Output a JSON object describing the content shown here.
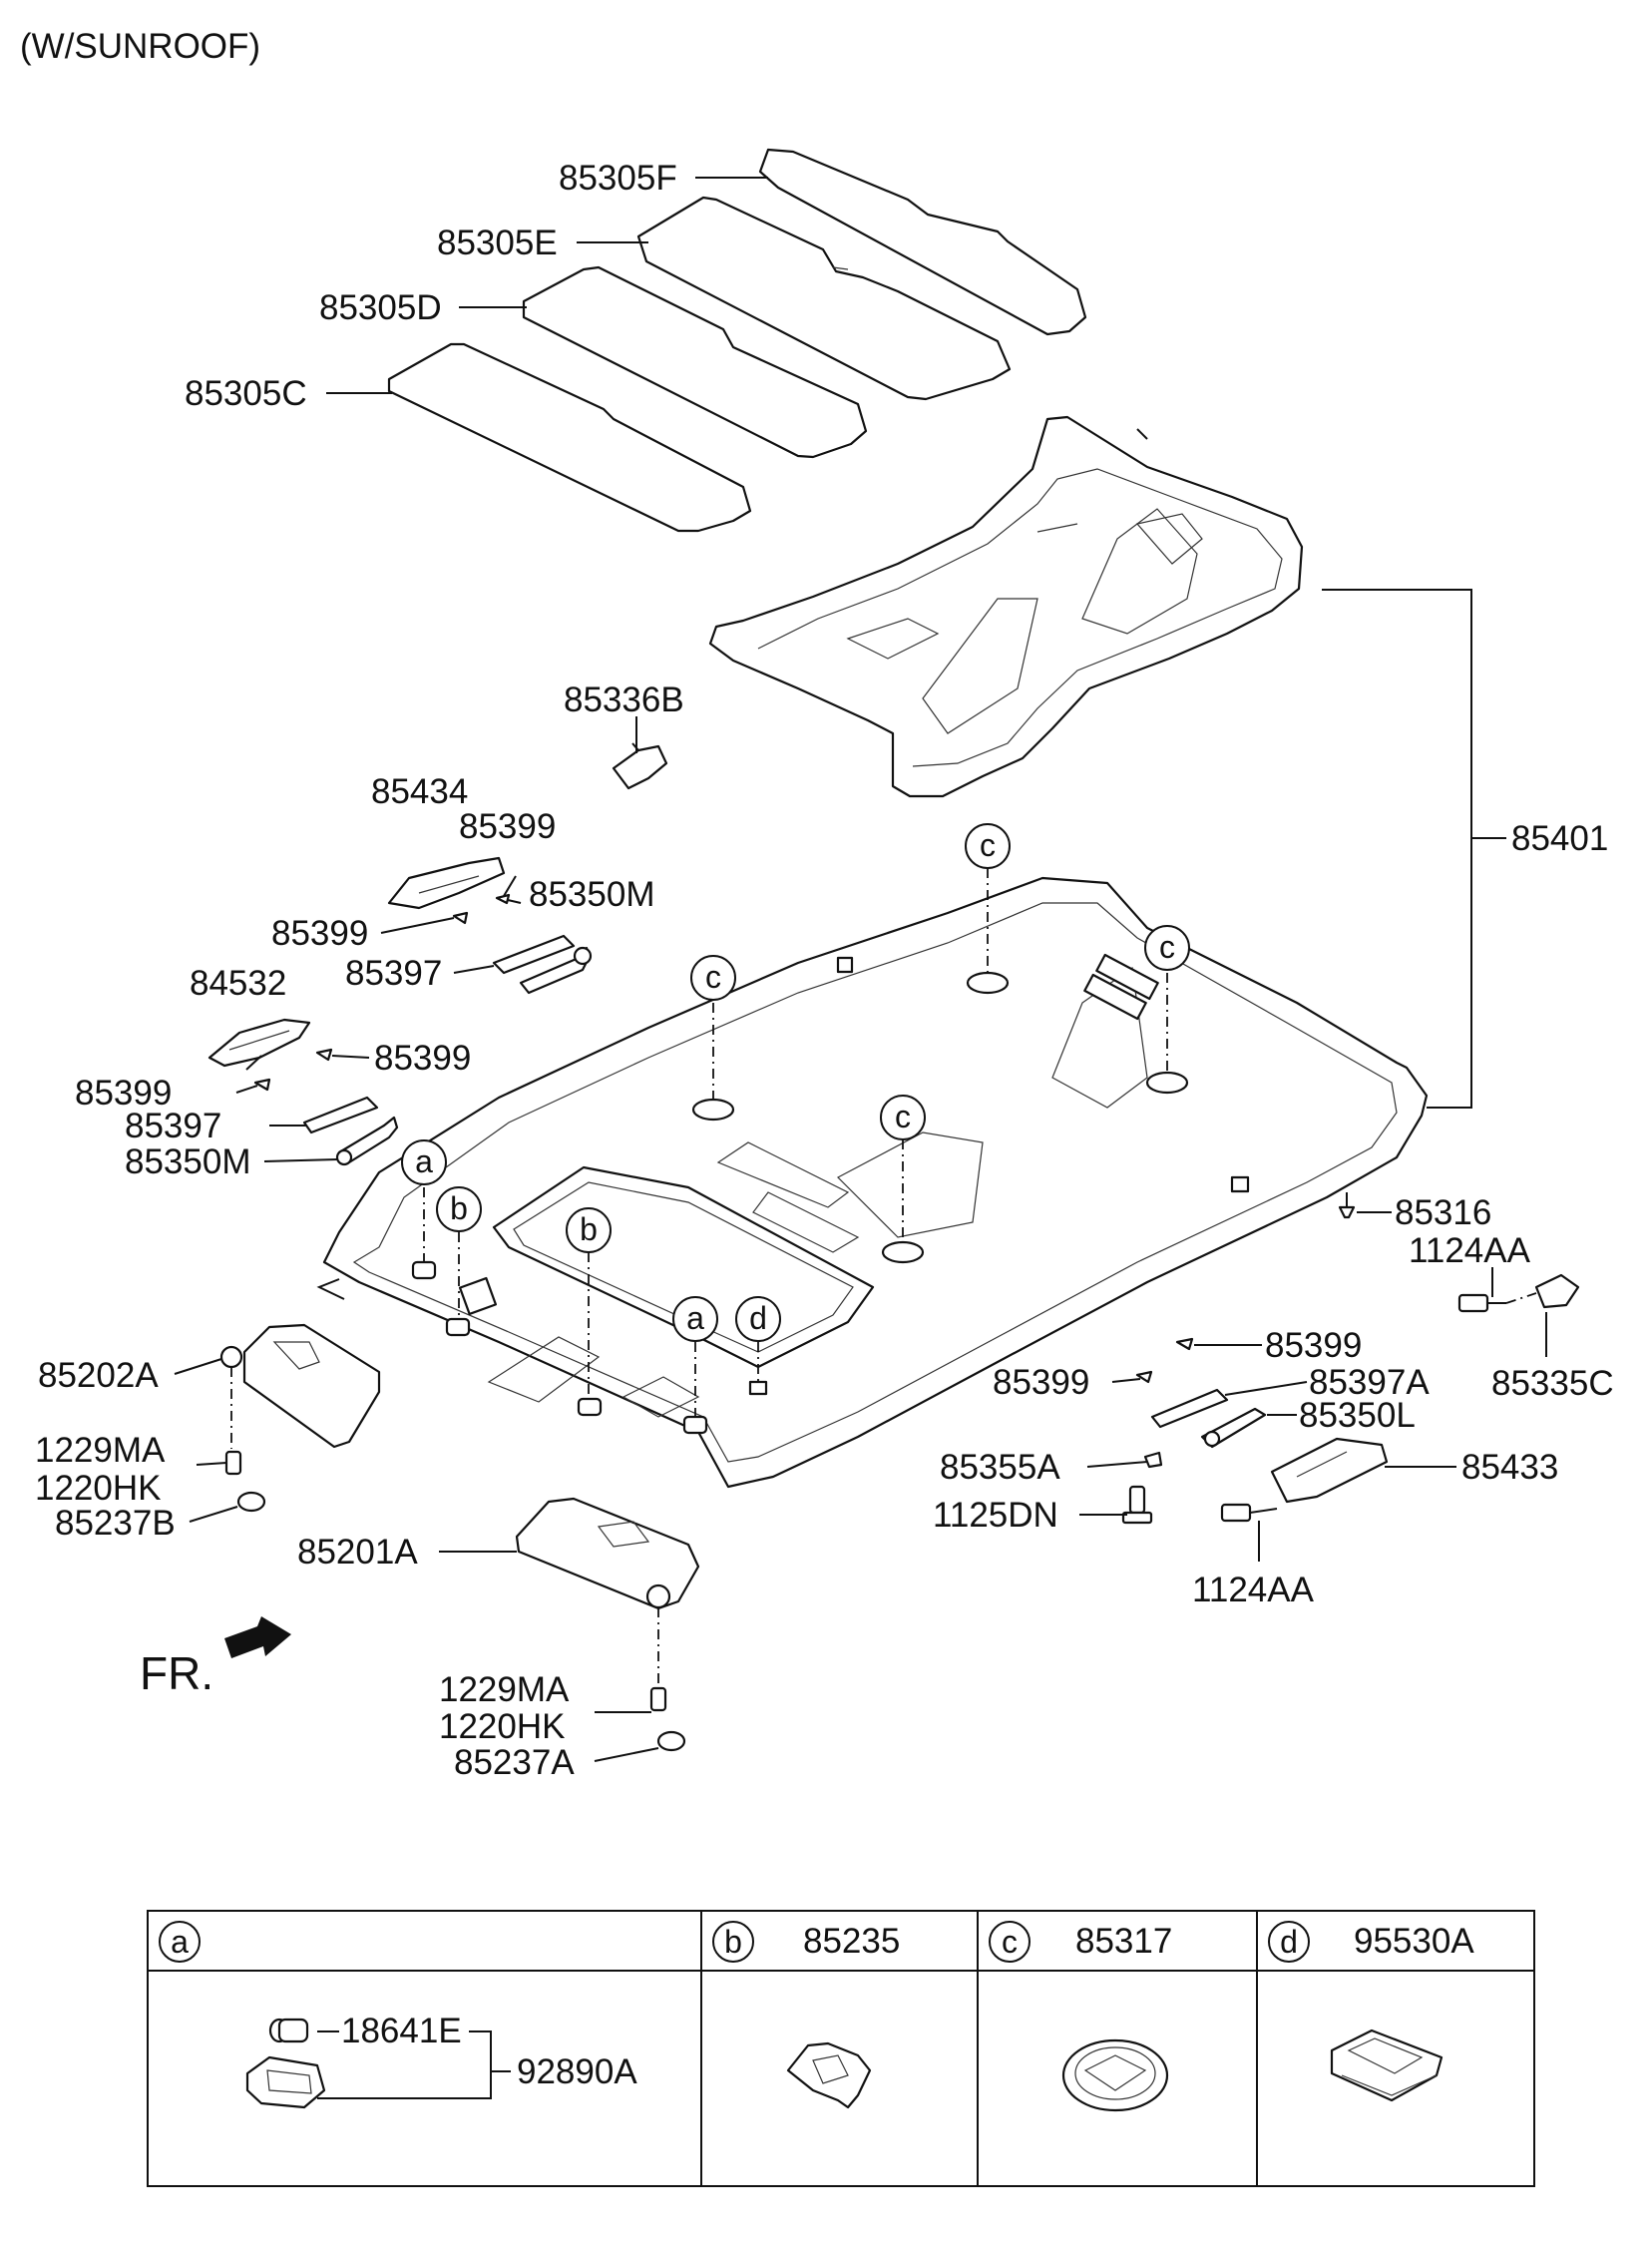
{
  "header": {
    "title": "(W/SUNROOF)"
  },
  "front_marker": {
    "label": "FR."
  },
  "parts": {
    "p85305F": "85305F",
    "p85305E": "85305E",
    "p85305D": "85305D",
    "p85305C": "85305C",
    "p85336B": "85336B",
    "p85434": "85434",
    "p85399_1": "85399",
    "p85399_2": "85399",
    "p85350M_1": "85350M",
    "p85397_1": "85397",
    "p84532": "84532",
    "p85399_3": "85399",
    "p85399_4": "85399",
    "p85397_2": "85397",
    "p85350M_2": "85350M",
    "p85401": "85401",
    "p85316": "85316",
    "p1124AA_1": "1124AA",
    "p85335C": "85335C",
    "p85399_5": "85399",
    "p85399_6": "85399",
    "p85397A": "85397A",
    "p85350L": "85350L",
    "p85355A": "85355A",
    "p85433": "85433",
    "p1125DN": "1125DN",
    "p1124AA_2": "1124AA",
    "p85202A": "85202A",
    "p1229MA_1": "1229MA",
    "p1220HK_1": "1220HK",
    "p85237B": "85237B",
    "p85201A": "85201A",
    "p1229MA_2": "1229MA",
    "p1220HK_2": "1220HK",
    "p85237A": "85237A"
  },
  "callouts": {
    "a": "a",
    "b": "b",
    "c": "c",
    "d": "d"
  },
  "legend_table": {
    "cells": [
      {
        "key": "a",
        "part": "",
        "sub_parts": [
          "18641E",
          "92890A"
        ]
      },
      {
        "key": "b",
        "part": "85235"
      },
      {
        "key": "c",
        "part": "85317"
      },
      {
        "key": "d",
        "part": "95530A"
      }
    ]
  }
}
